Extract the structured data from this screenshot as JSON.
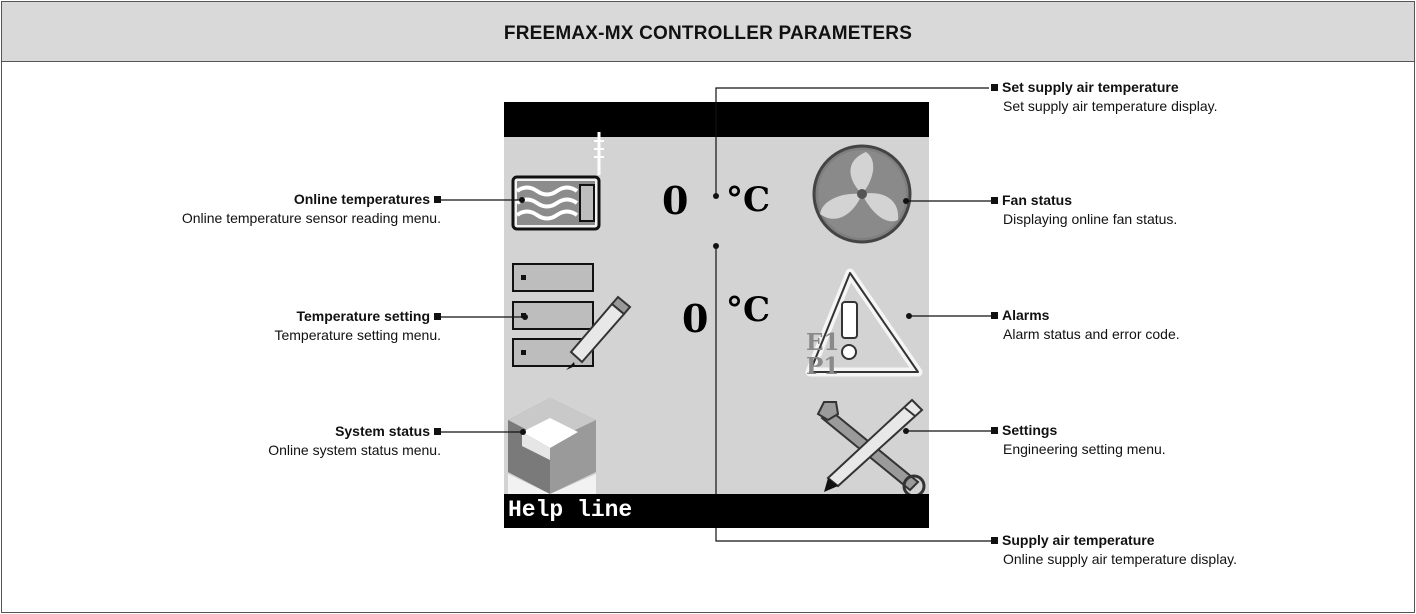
{
  "header": {
    "title": "FREEMAX-MX CONTROLLER PARAMETERS"
  },
  "screen": {
    "setpoint_value": "0",
    "supply_value": "0",
    "unit": "°C",
    "help_line": "Help line",
    "alarm_codes": [
      "E1",
      "P1"
    ]
  },
  "callouts": {
    "online_temperatures": {
      "title": "Online temperatures",
      "desc": "Online temperature sensor reading menu."
    },
    "temperature_setting": {
      "title": "Temperature setting",
      "desc": "Temperature setting menu."
    },
    "system_status": {
      "title": "System status",
      "desc": "Online system status menu."
    },
    "set_supply_air_temperature": {
      "title": "Set supply air temperature",
      "desc": "Set supply air temperature display."
    },
    "fan_status": {
      "title": "Fan status",
      "desc": "Displaying online fan status."
    },
    "alarms": {
      "title": "Alarms",
      "desc": "Alarm status and error code."
    },
    "settings": {
      "title": "Settings",
      "desc": "Engineering setting menu."
    },
    "supply_air_temperature": {
      "title": "Supply air temperature",
      "desc": "Online supply air temperature display."
    }
  },
  "colors": {
    "screen_bg": "#d3d3d3",
    "header_bg": "#d9d9d9",
    "bar": "#000000"
  },
  "icons": [
    "heat-exchanger-icon",
    "fan-icon",
    "temperature-setting-icon",
    "alarm-warning-icon",
    "system-status-cube-icon",
    "settings-tools-icon"
  ]
}
